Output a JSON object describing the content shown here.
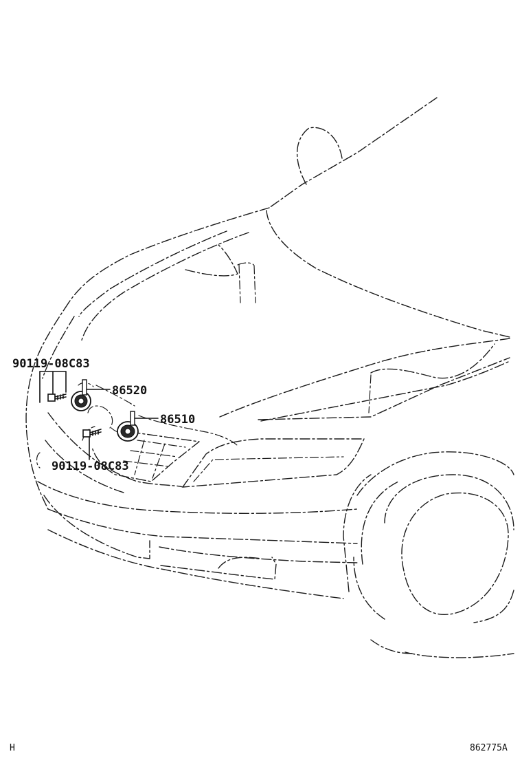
{
  "labels": {
    "bolt_upper": "90119-08C83",
    "horn_high": "86520",
    "horn_low": "86510",
    "bolt_lower": "90119-08C83"
  },
  "footer": {
    "left_code": "H",
    "diagram_id": "862775A"
  }
}
